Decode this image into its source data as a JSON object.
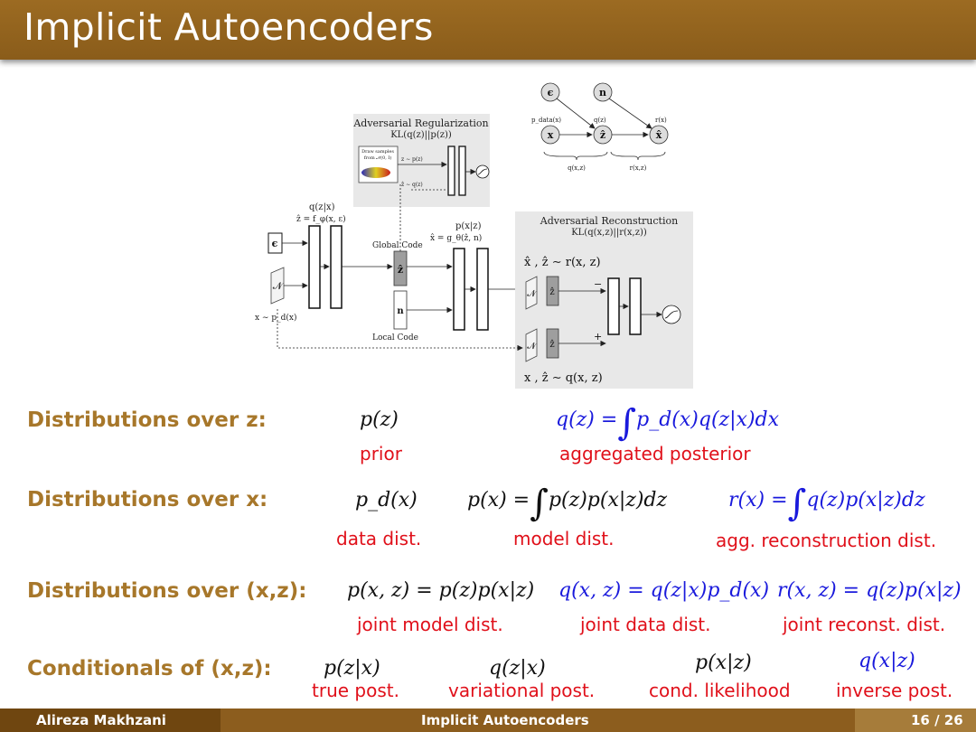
{
  "slide": {
    "title": "Implicit Autoencoders"
  },
  "figure": {
    "reg_title": "Adversarial Regularization",
    "reg_kl": "KL(q(z)||p(z))",
    "draw_samples": "Draw samples",
    "draw_from": "from 𝒩(0, I)",
    "z_prior": "z ∼ p(z)",
    "zhat_q": "ẑ ∼ q(z)",
    "q_zx": "q(z|x)",
    "enc_eq": "ẑ = f_φ(x, ε)",
    "eps": "ϵ",
    "x_pd": "x ∼ p_d(x)",
    "global_code": "Global Code",
    "local_code": "Local Code",
    "zhat": "ẑ",
    "n": "n",
    "p_xz": "p(x|z)",
    "dec_eq": "x̂ = g_θ(ẑ, n)",
    "rec_title": "Adversarial Reconstruction",
    "rec_kl": "KL(q(x,z)||r(x,z))",
    "rec_top": "x̂ , ẑ ∼ r(x, z)",
    "rec_bottom": "x , ẑ ∼ q(x, z)",
    "minus": "−",
    "plus": "+",
    "pgm_eps": "ϵ",
    "pgm_n": "n",
    "pgm_x": "x",
    "pgm_zhat": "ẑ",
    "pgm_xhat": "x̂",
    "pgm_pdata": "p_data(x)",
    "pgm_qz": "q(z)",
    "pgm_rx": "r(x)",
    "pgm_qxz": "q(x,z)",
    "pgm_rxz": "r(x,z)"
  },
  "rows": {
    "z": {
      "label": "Distributions over z:",
      "prior_expr": "p(z)",
      "prior_cap": "prior",
      "agg_lhs": "q(z) =",
      "agg_rhs": "p_d(x)q(z|x)dx",
      "agg_cap": "aggregated posterior"
    },
    "x": {
      "label": "Distributions over x:",
      "data_expr": "p_d(x)",
      "data_cap": "data dist.",
      "model_lhs": "p(x) =",
      "model_rhs": "p(z)p(x|z)dz",
      "model_cap": "model dist.",
      "rec_lhs": "r(x) =",
      "rec_rhs": "q(z)p(x|z)dz",
      "rec_cap": "agg. reconstruction dist."
    },
    "xz": {
      "label": "Distributions over (x,z):",
      "joint_model": "p(x, z) = p(z)p(x|z)",
      "joint_model_cap": "joint model dist.",
      "joint_data": "q(x, z) = q(z|x)p_d(x)",
      "joint_data_cap": "joint data dist.",
      "joint_rec": "r(x, z) = q(z)p(x|z)",
      "joint_rec_cap": "joint reconst. dist."
    },
    "cond": {
      "label": "Conditionals of (x,z):",
      "true_post": "p(z|x)",
      "true_post_cap": "true post.",
      "var_post": "q(z|x)",
      "var_post_cap": "variational post.",
      "cond_lik": "p(x|z)",
      "cond_lik_cap": "cond. likelihood",
      "inv_post": "q(x|z)",
      "inv_post_cap": "inverse post."
    }
  },
  "footer": {
    "author": "Alireza Makhzani",
    "title": "Implicit Autoencoders",
    "page": "16 / 26"
  },
  "colors": {
    "title_bar": "#8a5c1a",
    "label": "#a7772a",
    "blue": "#1a1adc",
    "red": "#e0101a"
  }
}
